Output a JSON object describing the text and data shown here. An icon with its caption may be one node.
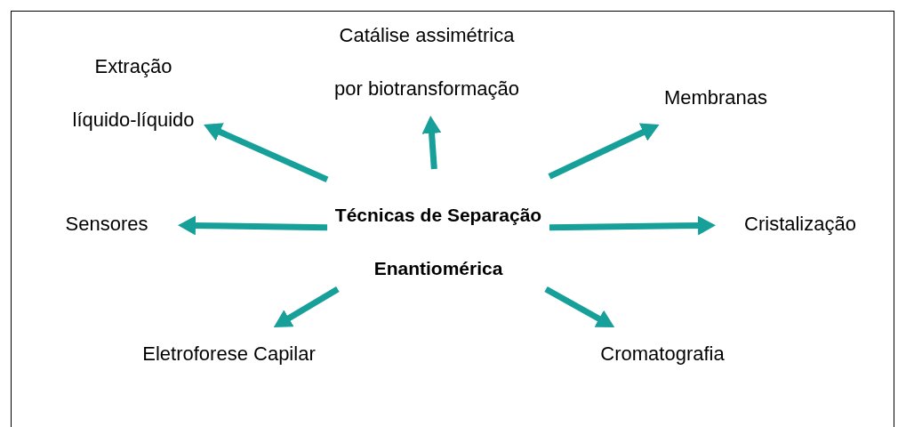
{
  "diagram": {
    "nodes": [
      {
        "text": [
          "Técnicas de Separação Enantiomérica"
        ]
      },
      {
        "text": [
          "Extração líquido-líquido"
        ]
      },
      {
        "text": [
          "Catálise assimétrica por biotransformação"
        ]
      },
      {
        "text": [
          "Membranas"
        ]
      },
      {
        "text": [
          "Sensores"
        ]
      },
      {
        "text": [
          "Cristalização"
        ]
      },
      {
        "text": [
          "Eletroforese Capilar"
        ]
      },
      {
        "text": [
          "Cromatografia"
        ]
      }
    ],
    "edges": [
      {
        "from": 0,
        "to": 1,
        "arrow": "to"
      },
      {
        "from": 0,
        "to": 2,
        "arrow": "to"
      },
      {
        "from": 0,
        "to": 3,
        "arrow": "to"
      },
      {
        "from": 0,
        "to": 4,
        "arrow": "to"
      },
      {
        "from": 0,
        "to": 5,
        "arrow": "to"
      },
      {
        "from": 0,
        "to": 6,
        "arrow": "to"
      },
      {
        "from": 0,
        "to": 7,
        "arrow": "to"
      }
    ]
  }
}
